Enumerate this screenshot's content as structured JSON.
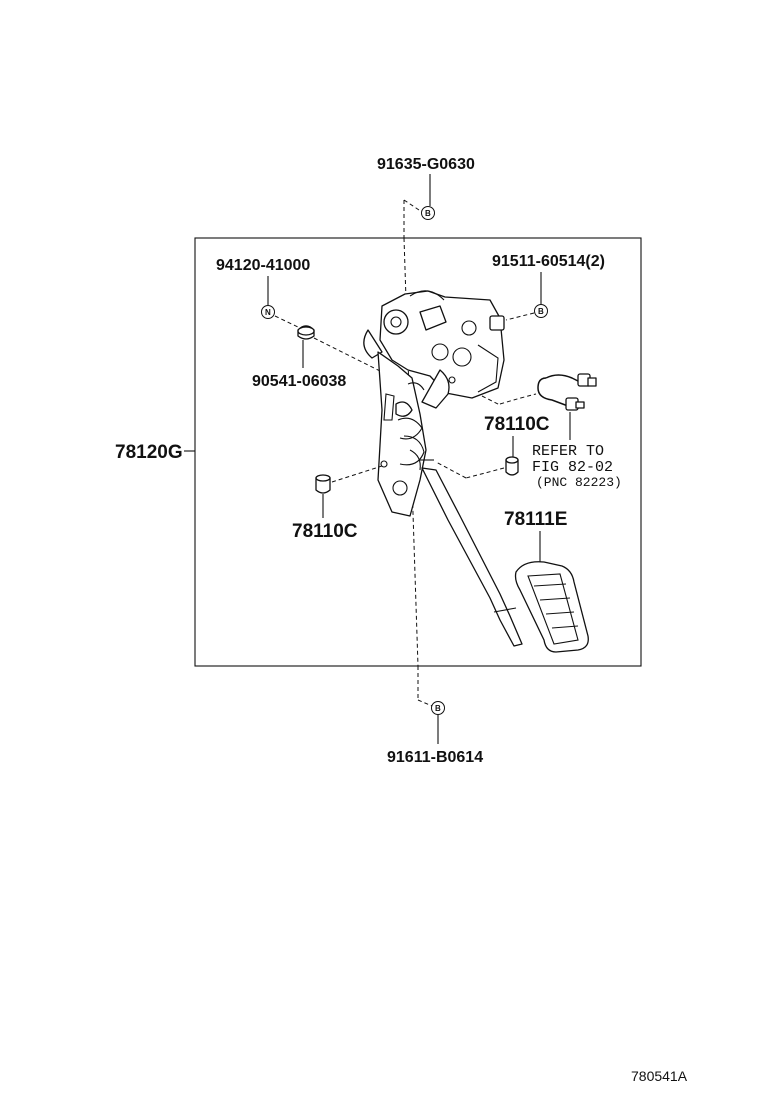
{
  "labels": {
    "top_bolt": "91635-G0630",
    "nut_n": "94120-41000",
    "bolt_right": "91511-60514(2)",
    "bushing": "90541-06038",
    "pedal_assy": "78120G",
    "stopper_right": "78110C",
    "refer_line1": "REFER TO",
    "refer_line2": "FIG 82-02",
    "refer_line3": "(PNC 82223)",
    "stopper_left": "78110C",
    "pedal_pad": "78111E",
    "bottom_bolt": "91611-B0614",
    "figure_code": "780541A"
  },
  "badges": {
    "b": "B",
    "n": "N"
  }
}
